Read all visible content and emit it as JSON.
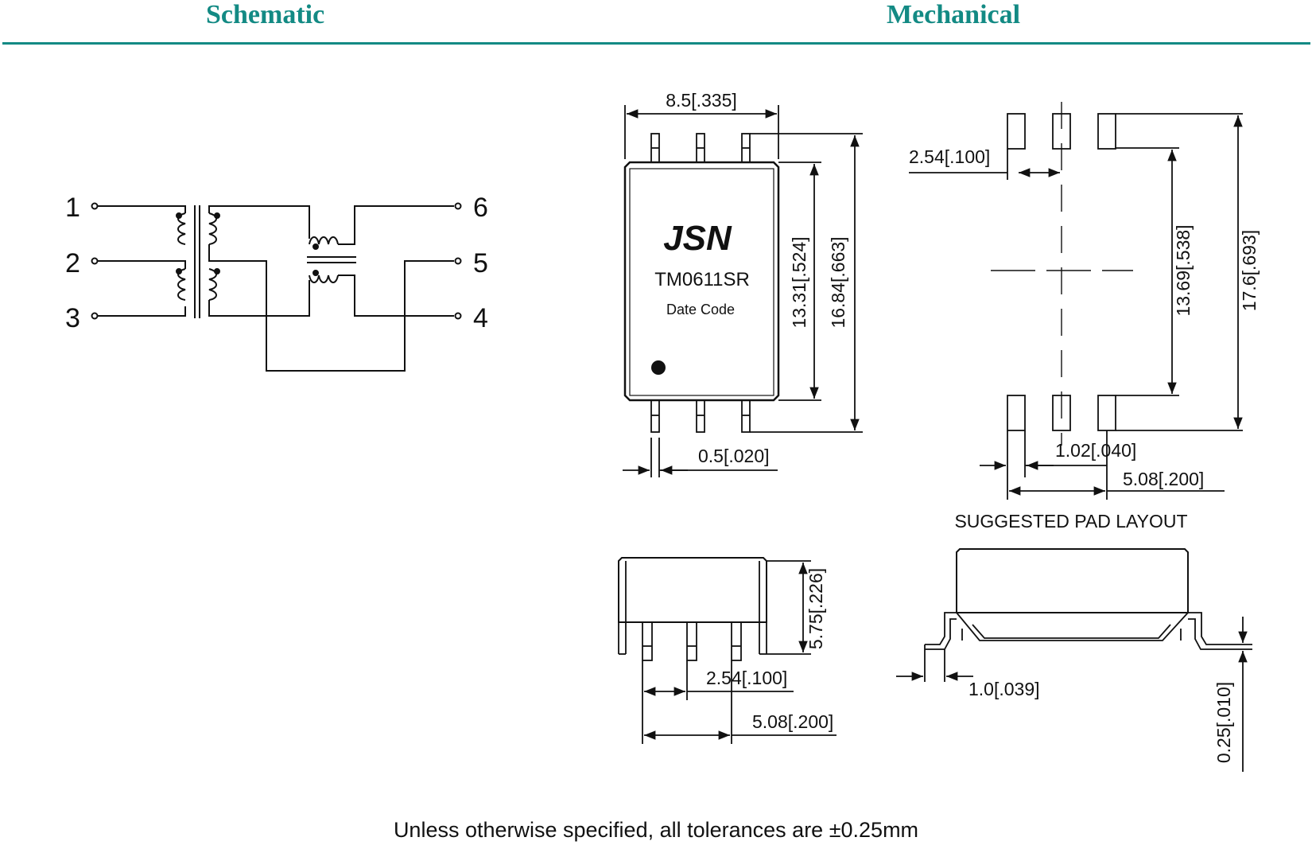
{
  "headers": {
    "schematic": "Schematic",
    "mechanical": "Mechanical"
  },
  "schematic": {
    "pins": [
      "1",
      "2",
      "3",
      "6",
      "5",
      "4"
    ]
  },
  "part": {
    "logo": "JSN",
    "part_number": "TM0611SR",
    "date_code": "Date Code"
  },
  "dimensions": {
    "body_width": "8.5[.335]",
    "body_height": "13.31[.524]",
    "overall_height": "16.84[.663]",
    "pin_width": "0.5[.020]",
    "pad_pitch": "2.54[.100]",
    "pad_span": "13.69[.538]",
    "pad_total": "17.6[.693]",
    "pad_width": "1.02[.040]",
    "pad_row": "5.08[.200]",
    "side_height": "5.75[.226]",
    "side_pitch": "2.54[.100]",
    "side_span": "5.08[.200]",
    "lead_length": "1.0[.039]",
    "standoff": "0.25[.010]"
  },
  "pad_layout_label": "SUGGESTED PAD LAYOUT",
  "footer_note": "Unless otherwise specified, all tolerances are ±0.25mm",
  "colors": {
    "accent": "#138a84",
    "line": "#111111"
  }
}
